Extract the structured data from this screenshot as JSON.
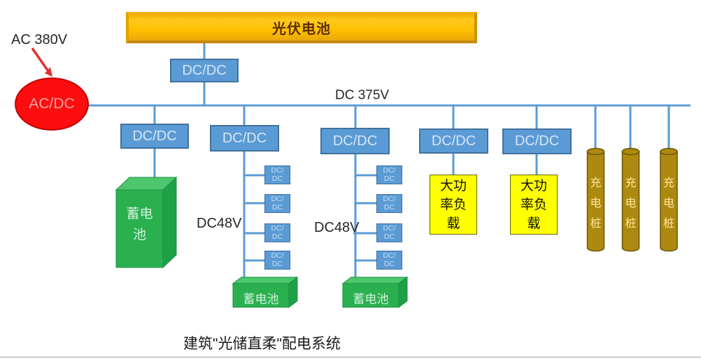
{
  "caption": "建筑\"光储直柔\"配电系统",
  "colors": {
    "bus_blue": "#5B9BD5",
    "converter_fill": "#5B9BD5",
    "converter_border": "#41719C",
    "converter_text": "#D6E6F5",
    "pv_orange": "#FFC000",
    "pv_text": "#5C2E00",
    "source_red": "#FD0D0D",
    "source_text": "#F2A2A2",
    "arrow_red": "#E03030",
    "battery_front_green": "#2BB050",
    "battery_top_green": "#4CC76C",
    "battery_side_green": "#1EA046",
    "battery_text": "#CFF2DA",
    "load_yellow": "#FFFF00",
    "pile_gold": "#AD8A0F",
    "pile_text": "#FFE699",
    "text_black": "#262626"
  },
  "pv_panel": {
    "label": "光伏电池"
  },
  "ac_source": {
    "voltage_label": "AC 380V",
    "label": "AC/DC"
  },
  "dc_bus": {
    "label": "DC 375V"
  },
  "labels": {
    "dcdc": "DC/DC",
    "dcdc_small_line1": "DC/",
    "dcdc_small_line2": "DC",
    "dc48v": "DC48V"
  },
  "batteries": {
    "large_line1": "蓄电",
    "large_line2": "池",
    "small_label": "蓄电池"
  },
  "loads": {
    "line1": "大功",
    "line2": "率负",
    "line3": "载"
  },
  "charging_piles": {
    "char1": "充",
    "char2": "电",
    "char3": "桩"
  }
}
